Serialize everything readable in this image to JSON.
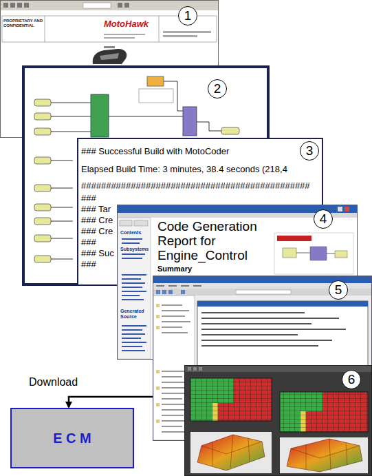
{
  "diagram": {
    "nodes": [
      {
        "text": [
          "1",
          "PROPRIETARY AND CONFIDENTIAL",
          "MotoHawk"
        ]
      },
      {
        "text": [
          "2"
        ]
      },
      {
        "text": [
          "3",
          "### Successful Build with MotoCoder",
          "Elapsed Build Time: 3 minutes, 38.4 seconds (218,4",
          "##############################################",
          "###",
          "### Tar",
          "### Cre",
          "### Cre",
          "###",
          "### Suc",
          "###"
        ]
      },
      {
        "text": [
          "4",
          "Code Generation Report for Engine_Control",
          "Summary",
          "Contents",
          "Subsystems",
          "Generated Source"
        ]
      },
      {
        "text": [
          "5"
        ]
      },
      {
        "text": [
          "6"
        ]
      },
      {
        "text": [
          "E C M"
        ]
      }
    ],
    "edges": [
      {
        "from": 5,
        "to": 6,
        "arrow": "to",
        "label": "Download"
      }
    ]
  }
}
